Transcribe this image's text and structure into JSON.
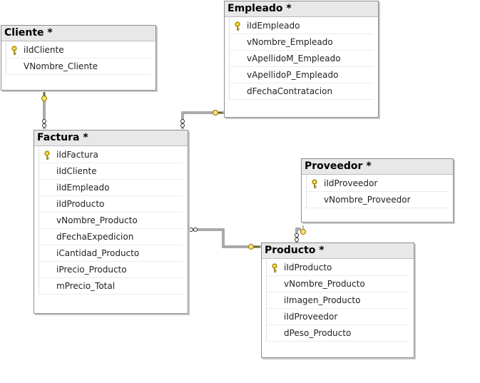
{
  "tables": {
    "cliente": {
      "title": "Cliente *",
      "columns": [
        {
          "name": "iIdCliente",
          "pk": true
        },
        {
          "name": "VNombre_Cliente",
          "pk": false
        }
      ]
    },
    "empleado": {
      "title": "Empleado *",
      "columns": [
        {
          "name": "iIdEmpleado",
          "pk": true
        },
        {
          "name": "vNombre_Empleado",
          "pk": false
        },
        {
          "name": "vApellidoM_Empleado",
          "pk": false
        },
        {
          "name": "vApellidoP_Empleado",
          "pk": false
        },
        {
          "name": "dFechaContratacion",
          "pk": false
        }
      ]
    },
    "factura": {
      "title": "Factura *",
      "columns": [
        {
          "name": "iIdFactura",
          "pk": true
        },
        {
          "name": "iIdCliente",
          "pk": false
        },
        {
          "name": "iIdEmpleado",
          "pk": false
        },
        {
          "name": "iIdProducto",
          "pk": false
        },
        {
          "name": "vNombre_Producto",
          "pk": false
        },
        {
          "name": "dFechaExpedicion",
          "pk": false
        },
        {
          "name": "iCantidad_Producto",
          "pk": false
        },
        {
          "name": "iPrecio_Producto",
          "pk": false
        },
        {
          "name": "mPrecio_Total",
          "pk": false
        }
      ]
    },
    "proveedor": {
      "title": "Proveedor *",
      "columns": [
        {
          "name": "iIdProveedor",
          "pk": true
        },
        {
          "name": "vNombre_Proveedor",
          "pk": false
        }
      ]
    },
    "producto": {
      "title": "Producto *",
      "columns": [
        {
          "name": "iIdProducto",
          "pk": true
        },
        {
          "name": "vNombre_Producto",
          "pk": false
        },
        {
          "name": "iImagen_Producto",
          "pk": false
        },
        {
          "name": "iIdProveedor",
          "pk": false
        },
        {
          "name": "dPeso_Producto",
          "pk": false
        }
      ]
    }
  },
  "relationships": [
    {
      "from": "factura",
      "to": "cliente"
    },
    {
      "from": "factura",
      "to": "empleado"
    },
    {
      "from": "factura",
      "to": "producto"
    },
    {
      "from": "producto",
      "to": "proveedor"
    }
  ],
  "colors": {
    "key_icon": "#e6c200",
    "line": "#555555"
  },
  "icons": {
    "primary_key": "key-icon",
    "one_end": "key-icon",
    "many_end": "infinity-icon"
  }
}
